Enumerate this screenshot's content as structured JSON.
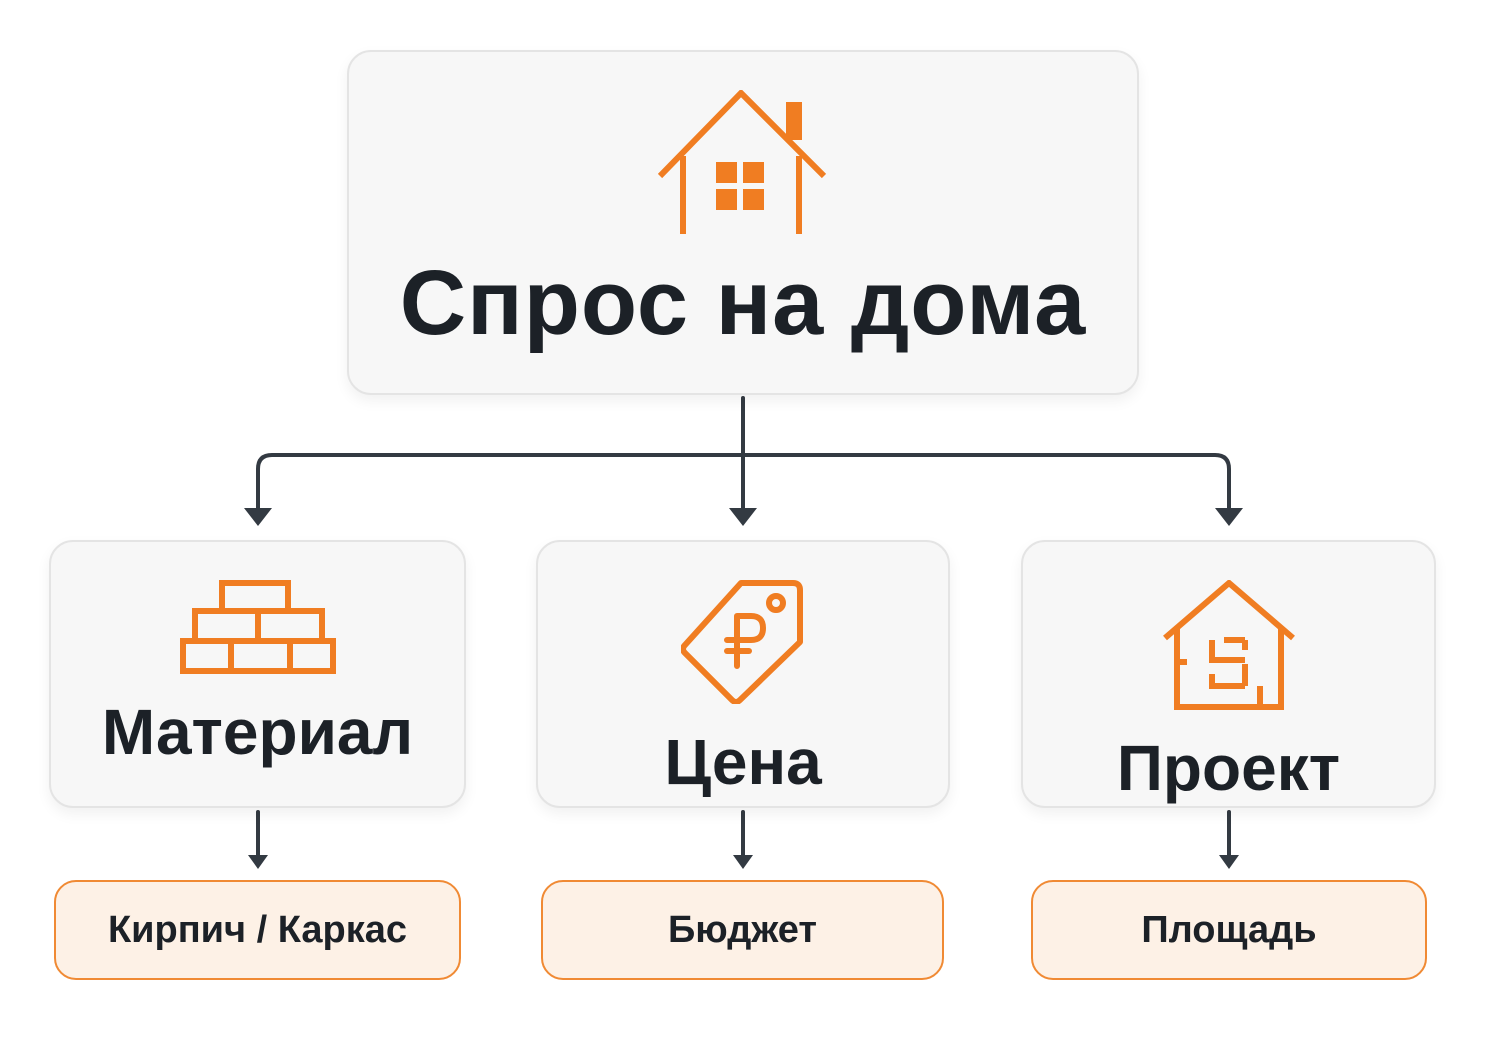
{
  "colors": {
    "accent": "#f07d22",
    "text": "#1c2127",
    "connector": "#333a42",
    "card_background": "#f7f7f7",
    "card_border": "#e4e4e4",
    "leaf_background": "#fdf1e6",
    "leaf_border": "#f08a34"
  },
  "root": {
    "icon": "house-icon",
    "title": "Спрос на дома"
  },
  "branches": [
    {
      "icon": "bricks-icon",
      "title": "Материал",
      "leaf": "Кирпич / Каркас"
    },
    {
      "icon": "ruble-price-tag-icon",
      "title": "Цена",
      "leaf": "Бюджет"
    },
    {
      "icon": "house-floor-plan-icon",
      "title": "Проект",
      "leaf": "Площадь"
    }
  ]
}
